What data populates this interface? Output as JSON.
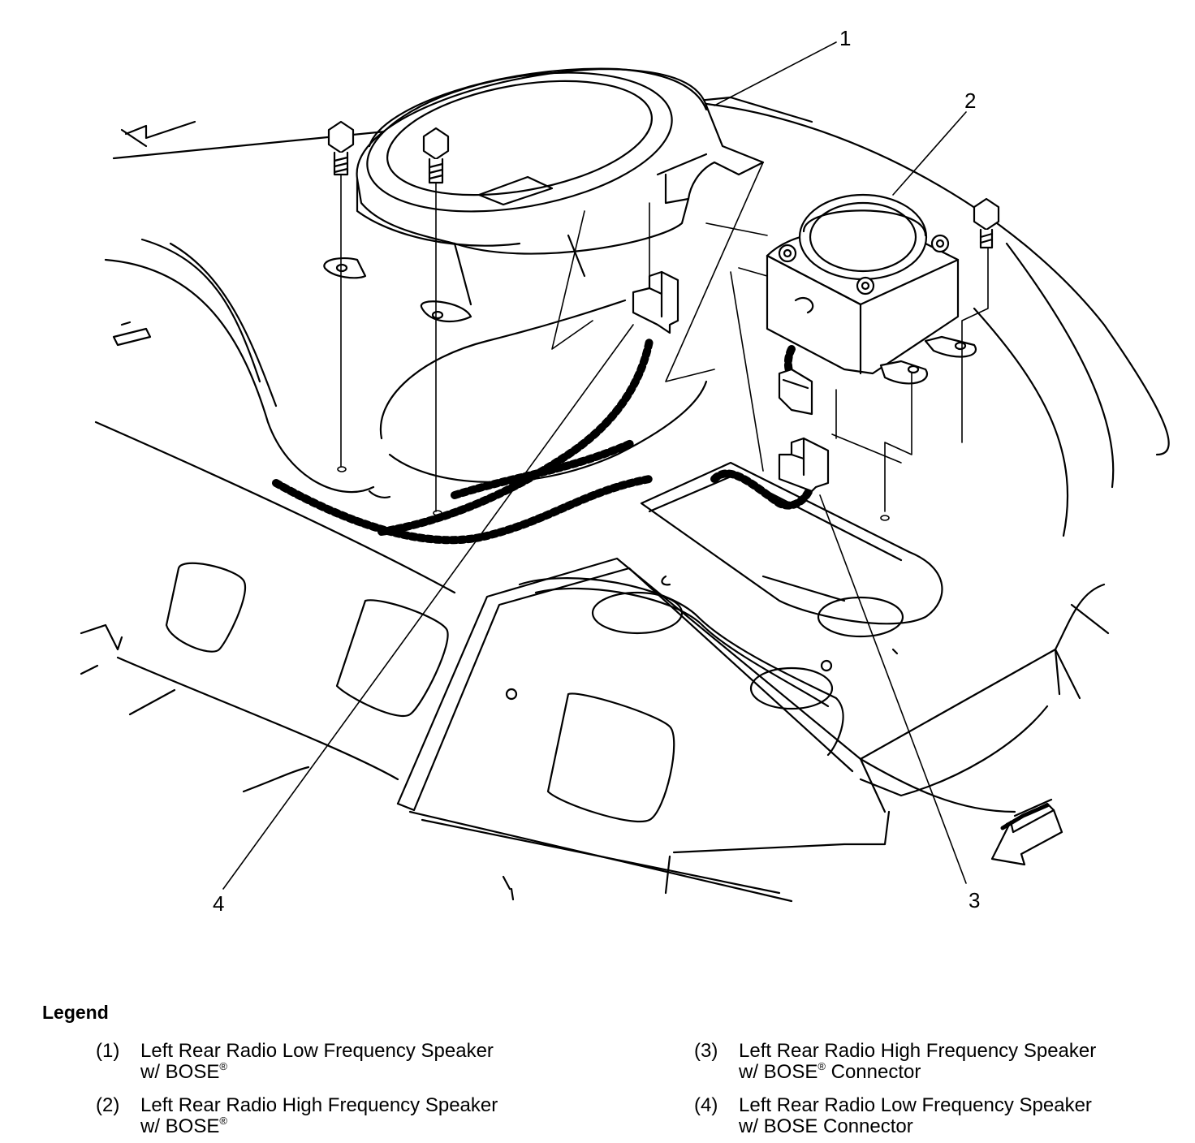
{
  "diagram": {
    "callouts": [
      "1",
      "2",
      "3",
      "4"
    ]
  },
  "legend": {
    "title": "Legend",
    "items": [
      {
        "num": "(1)",
        "line1": "Left Rear Radio Low Frequency Speaker",
        "line2": "w/ BOSE",
        "reg": "®",
        "suffix": ""
      },
      {
        "num": "(2)",
        "line1": "Left Rear Radio High Frequency Speaker",
        "line2": "w/ BOSE",
        "reg": "®",
        "suffix": ""
      },
      {
        "num": "(3)",
        "line1": "Left Rear Radio High Frequency Speaker",
        "line2": "w/ BOSE",
        "reg": "®",
        "suffix": " Connector"
      },
      {
        "num": "(4)",
        "line1": "Left Rear Radio Low Frequency Speaker",
        "line2": "w/ BOSE Connector",
        "reg": "",
        "suffix": ""
      }
    ]
  }
}
